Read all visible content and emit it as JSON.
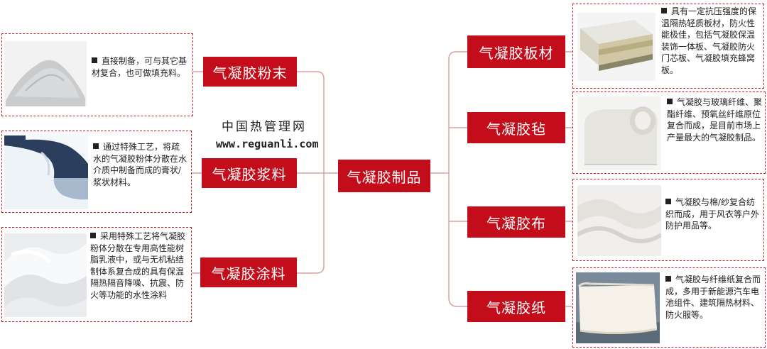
{
  "center": {
    "label": "气凝胶制品"
  },
  "left_items": [
    {
      "label": "气凝胶粉末",
      "description": "直接制备，可与其它基材复合，也可做填充料。",
      "image": "aerogel-powder-photo"
    },
    {
      "label": "气凝胶浆料",
      "description": "通过特殊工艺，将疏水的气凝胶粉体分散在水介质中制备而成的膏状/浆状材料。",
      "image": "aerogel-slurry-photo"
    },
    {
      "label": "气凝胶涂料",
      "description": "采用特殊工艺将气凝胶粉体分散在专用高性能树脂乳液中，或与无机粘结制体系复合成的具有保温隔热隔音降噪、抗震、防火等功能的水性涂料",
      "image": "aerogel-coating-photo"
    }
  ],
  "right_items": [
    {
      "label": "气凝胶板材",
      "description": "具有一定抗压强度的保温隔热轻质板材，防火性能极佳，包括气凝胶保温装饰一体板、气凝胶防火门芯板、气凝胶填充蜂窝板。",
      "image": "aerogel-board-photo"
    },
    {
      "label": "气凝胶毡",
      "description": "气凝胶与玻璃纤维、聚酯纤维、预氧丝纤维原位复合而成，是目前市场上产量最大的气凝胶制品。",
      "image": "aerogel-felt-photo"
    },
    {
      "label": "气凝胶布",
      "description": "气凝胶与棉/纱复合纺织而成，用于风衣等户外防护用品等。",
      "image": "aerogel-cloth-photo"
    },
    {
      "label": "气凝胶纸",
      "description": "气凝胶与纤维纸复合而成，多用于新能源汽车电池组件、建筑隔热材料、防火服等。",
      "image": "aerogel-paper-photo"
    }
  ],
  "watermark": {
    "line1": "中国热管理网",
    "line2": "www.reguanli.com"
  },
  "colors": {
    "accent": "#c40d1a",
    "connector": "#d9a0a0",
    "card_border": "#c8202a"
  }
}
